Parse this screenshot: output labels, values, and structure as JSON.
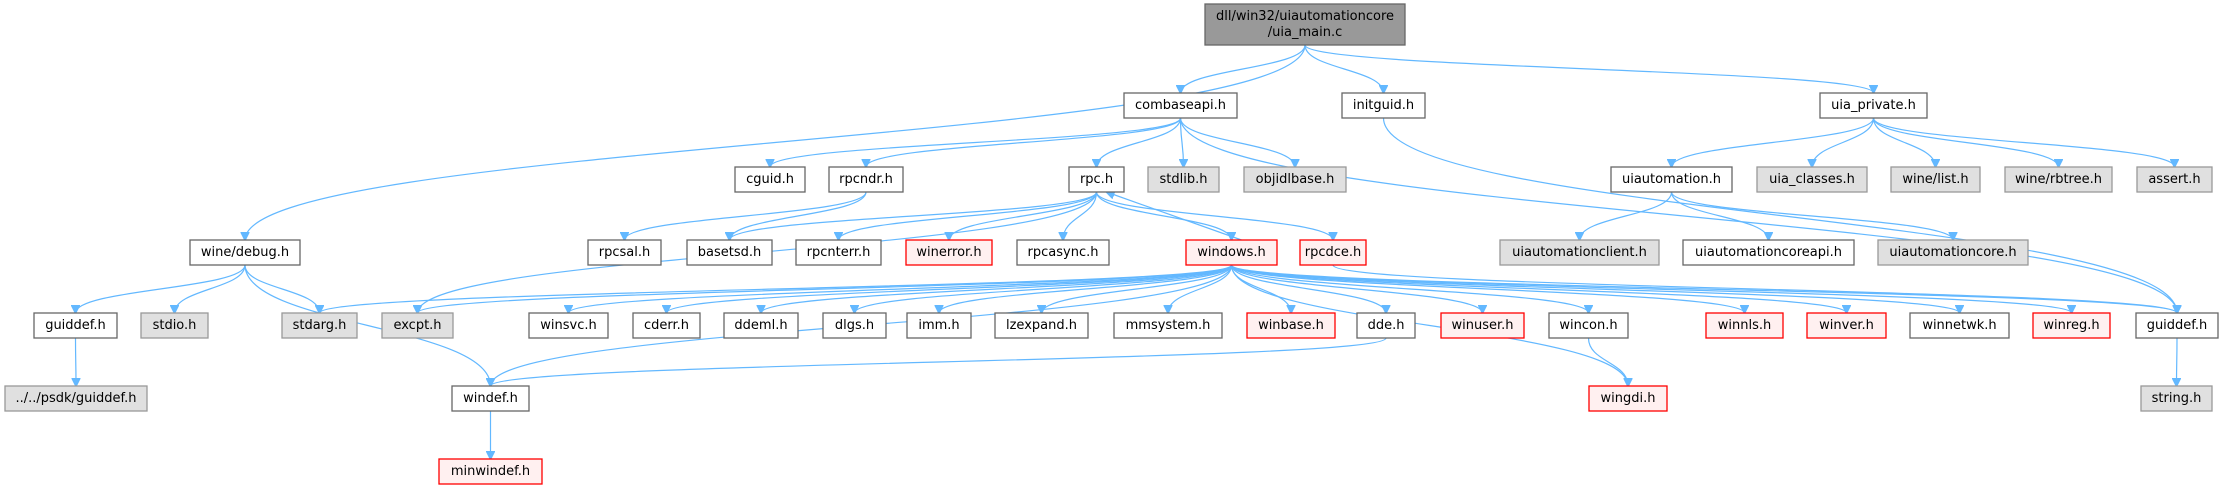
{
  "title": "dll/win32/uiautomationcore/uia_main.c include dependency graph",
  "styles": {
    "root": {
      "fill": "#999999",
      "stroke": "#666666"
    },
    "normal": {
      "fill": "#ffffff",
      "stroke": "#666666"
    },
    "system": {
      "fill": "#e0e0e0",
      "stroke": "#999999"
    },
    "missing": {
      "fill": "#fff0f0",
      "stroke": "#ff0000"
    },
    "edge": "#63b8ff"
  },
  "nodes": [
    {
      "id": "root",
      "label": [
        "dll/win32/uiautomationcore",
        "/uia_main.c"
      ],
      "style": "root"
    },
    {
      "id": "combaseapi",
      "label": [
        "combaseapi.h"
      ],
      "style": "normal"
    },
    {
      "id": "initguid",
      "label": [
        "initguid.h"
      ],
      "style": "normal"
    },
    {
      "id": "uia_private",
      "label": [
        "uia_private.h"
      ],
      "style": "normal"
    },
    {
      "id": "winedebug",
      "label": [
        "wine/debug.h"
      ],
      "style": "normal"
    },
    {
      "id": "cguid",
      "label": [
        "cguid.h"
      ],
      "style": "normal"
    },
    {
      "id": "rpcndr",
      "label": [
        "rpcndr.h"
      ],
      "style": "normal"
    },
    {
      "id": "rpc",
      "label": [
        "rpc.h"
      ],
      "style": "normal"
    },
    {
      "id": "stdlib",
      "label": [
        "stdlib.h"
      ],
      "style": "system"
    },
    {
      "id": "objidlbase",
      "label": [
        "objidlbase.h"
      ],
      "style": "system"
    },
    {
      "id": "uiautomation",
      "label": [
        "uiautomation.h"
      ],
      "style": "normal"
    },
    {
      "id": "uia_classes",
      "label": [
        "uia_classes.h"
      ],
      "style": "system"
    },
    {
      "id": "winelist",
      "label": [
        "wine/list.h"
      ],
      "style": "system"
    },
    {
      "id": "winerbtree",
      "label": [
        "wine/rbtree.h"
      ],
      "style": "system"
    },
    {
      "id": "assert",
      "label": [
        "assert.h"
      ],
      "style": "system"
    },
    {
      "id": "rpcsal",
      "label": [
        "rpcsal.h"
      ],
      "style": "normal"
    },
    {
      "id": "basetsd",
      "label": [
        "basetsd.h"
      ],
      "style": "normal"
    },
    {
      "id": "rpcnterr",
      "label": [
        "rpcnterr.h"
      ],
      "style": "normal"
    },
    {
      "id": "winerror",
      "label": [
        "winerror.h"
      ],
      "style": "missing"
    },
    {
      "id": "rpcasync",
      "label": [
        "rpcasync.h"
      ],
      "style": "normal"
    },
    {
      "id": "windows",
      "label": [
        "windows.h"
      ],
      "style": "missing"
    },
    {
      "id": "rpcdce",
      "label": [
        "rpcdce.h"
      ],
      "style": "missing"
    },
    {
      "id": "uiautomationclient",
      "label": [
        "uiautomationclient.h"
      ],
      "style": "system"
    },
    {
      "id": "uiautomationcoreapi",
      "label": [
        "uiautomationcoreapi.h"
      ],
      "style": "normal"
    },
    {
      "id": "uiautomationcore",
      "label": [
        "uiautomationcore.h"
      ],
      "style": "system"
    },
    {
      "id": "guiddef_l",
      "label": [
        "guiddef.h"
      ],
      "style": "normal"
    },
    {
      "id": "stdio",
      "label": [
        "stdio.h"
      ],
      "style": "system"
    },
    {
      "id": "stdarg",
      "label": [
        "stdarg.h"
      ],
      "style": "system"
    },
    {
      "id": "excpt",
      "label": [
        "excpt.h"
      ],
      "style": "system"
    },
    {
      "id": "winsvc",
      "label": [
        "winsvc.h"
      ],
      "style": "normal"
    },
    {
      "id": "cderr",
      "label": [
        "cderr.h"
      ],
      "style": "normal"
    },
    {
      "id": "ddeml",
      "label": [
        "ddeml.h"
      ],
      "style": "normal"
    },
    {
      "id": "dlgs",
      "label": [
        "dlgs.h"
      ],
      "style": "normal"
    },
    {
      "id": "imm",
      "label": [
        "imm.h"
      ],
      "style": "normal"
    },
    {
      "id": "lzexpand",
      "label": [
        "lzexpand.h"
      ],
      "style": "normal"
    },
    {
      "id": "mmsystem",
      "label": [
        "mmsystem.h"
      ],
      "style": "normal"
    },
    {
      "id": "winbase",
      "label": [
        "winbase.h"
      ],
      "style": "missing"
    },
    {
      "id": "dde",
      "label": [
        "dde.h"
      ],
      "style": "normal"
    },
    {
      "id": "winuser",
      "label": [
        "winuser.h"
      ],
      "style": "missing"
    },
    {
      "id": "wincon",
      "label": [
        "wincon.h"
      ],
      "style": "normal"
    },
    {
      "id": "winnls",
      "label": [
        "winnls.h"
      ],
      "style": "missing"
    },
    {
      "id": "winver",
      "label": [
        "winver.h"
      ],
      "style": "missing"
    },
    {
      "id": "winnetwk",
      "label": [
        "winnetwk.h"
      ],
      "style": "normal"
    },
    {
      "id": "winreg",
      "label": [
        "winreg.h"
      ],
      "style": "missing"
    },
    {
      "id": "guiddef_r",
      "label": [
        "guiddef.h"
      ],
      "style": "normal"
    },
    {
      "id": "psdk_guiddef",
      "label": [
        "../../psdk/guiddef.h"
      ],
      "style": "system"
    },
    {
      "id": "windef",
      "label": [
        "windef.h"
      ],
      "style": "normal"
    },
    {
      "id": "wingdi",
      "label": [
        "wingdi.h"
      ],
      "style": "missing"
    },
    {
      "id": "string",
      "label": [
        "string.h"
      ],
      "style": "system"
    },
    {
      "id": "minwindef",
      "label": [
        "minwindef.h"
      ],
      "style": "missing"
    }
  ],
  "edges": [
    [
      "root",
      "winedebug"
    ],
    [
      "root",
      "combaseapi"
    ],
    [
      "root",
      "initguid"
    ],
    [
      "root",
      "uia_private"
    ],
    [
      "combaseapi",
      "cguid"
    ],
    [
      "combaseapi",
      "rpcndr"
    ],
    [
      "combaseapi",
      "rpc"
    ],
    [
      "combaseapi",
      "stdlib"
    ],
    [
      "combaseapi",
      "objidlbase"
    ],
    [
      "combaseapi",
      "guiddef_r"
    ],
    [
      "initguid",
      "guiddef_r"
    ],
    [
      "uia_private",
      "uiautomation"
    ],
    [
      "uia_private",
      "uia_classes"
    ],
    [
      "uia_private",
      "winelist"
    ],
    [
      "uia_private",
      "winerbtree"
    ],
    [
      "uia_private",
      "assert"
    ],
    [
      "uiautomation",
      "uiautomationclient"
    ],
    [
      "uiautomation",
      "uiautomationcoreapi"
    ],
    [
      "uiautomation",
      "uiautomationcore"
    ],
    [
      "rpcndr",
      "rpcsal"
    ],
    [
      "rpcndr",
      "basetsd"
    ],
    [
      "rpc",
      "basetsd"
    ],
    [
      "rpc",
      "rpcnterr"
    ],
    [
      "rpc",
      "winerror"
    ],
    [
      "rpc",
      "rpcasync"
    ],
    [
      "rpc",
      "windows"
    ],
    [
      "rpc",
      "rpcdce"
    ],
    [
      "rpc",
      "excpt"
    ],
    [
      "windows",
      "rpc"
    ],
    [
      "winedebug",
      "guiddef_l"
    ],
    [
      "winedebug",
      "stdio"
    ],
    [
      "winedebug",
      "stdarg"
    ],
    [
      "winedebug",
      "windef"
    ],
    [
      "guiddef_l",
      "psdk_guiddef"
    ],
    [
      "windows",
      "stdarg"
    ],
    [
      "windows",
      "excpt"
    ],
    [
      "windows",
      "windef"
    ],
    [
      "windows",
      "winsvc"
    ],
    [
      "windows",
      "cderr"
    ],
    [
      "windows",
      "ddeml"
    ],
    [
      "windows",
      "dlgs"
    ],
    [
      "windows",
      "imm"
    ],
    [
      "windows",
      "lzexpand"
    ],
    [
      "windows",
      "mmsystem"
    ],
    [
      "windows",
      "winbase"
    ],
    [
      "windows",
      "dde"
    ],
    [
      "windows",
      "winuser"
    ],
    [
      "windows",
      "wincon"
    ],
    [
      "windows",
      "winnls"
    ],
    [
      "windows",
      "winver"
    ],
    [
      "windows",
      "winnetwk"
    ],
    [
      "windows",
      "winreg"
    ],
    [
      "windows",
      "guiddef_r"
    ],
    [
      "windows",
      "wingdi"
    ],
    [
      "rpcdce",
      "guiddef_r"
    ],
    [
      "dde",
      "windef"
    ],
    [
      "wincon",
      "wingdi"
    ],
    [
      "windef",
      "minwindef"
    ],
    [
      "guiddef_r",
      "string"
    ]
  ]
}
